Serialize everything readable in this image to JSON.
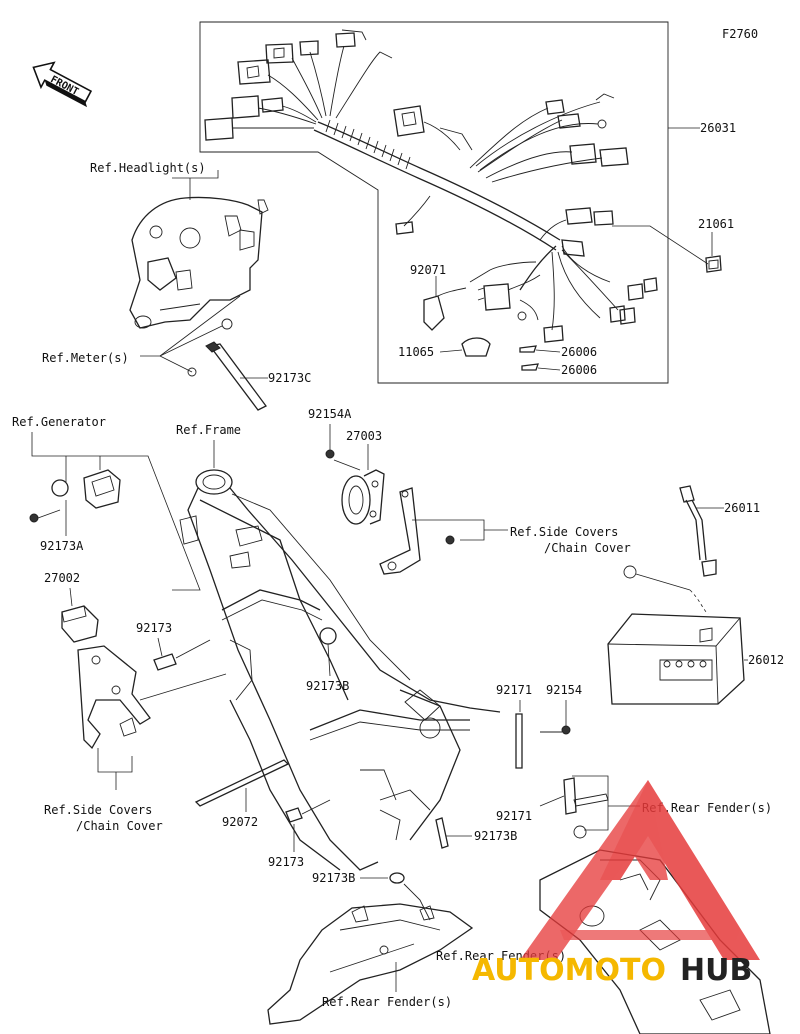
{
  "figure_code": "F2760",
  "front_label": "FRONT",
  "labels": {
    "p26031": "26031",
    "p21061": "21061",
    "p92071": "92071",
    "p11065": "11065",
    "p26006a": "26006",
    "p26006b": "26006",
    "ref_headlight": "Ref.Headlight(s)",
    "ref_meter": "Ref.Meter(s)",
    "p92173C": "92173C",
    "ref_generator": "Ref.Generator",
    "ref_frame": "Ref.Frame",
    "p92154A": "92154A",
    "p27003": "27003",
    "ref_side_covers_1a": "Ref.Side Covers",
    "ref_side_covers_1b": "/Chain Cover",
    "p92173A": "92173A",
    "p27002": "27002",
    "p26011": "26011",
    "p92173_1": "92173",
    "p92173B_1": "92173B",
    "p26012": "26012",
    "p92171_1": "92171",
    "p92154": "92154",
    "ref_side_covers_2a": "Ref.Side Covers",
    "ref_side_covers_2b": "/Chain Cover",
    "p92171_2": "92171",
    "ref_rear_fender_1": "Ref.Rear Fender(s)",
    "p92072": "92072",
    "p92173B_2": "92173B",
    "p92173_2": "92173",
    "p92173B_3": "92173B",
    "ref_rear_fender_2": "Ref.Rear Fender(s)",
    "ref_rear_fender_3": "Ref.Rear Fender(s)"
  },
  "watermark": {
    "part1": "AUTOMOTO",
    "part2": "HUB",
    "color1": "#f5b800",
    "color2": "#222222",
    "triangle_color": "#e63b3b"
  }
}
